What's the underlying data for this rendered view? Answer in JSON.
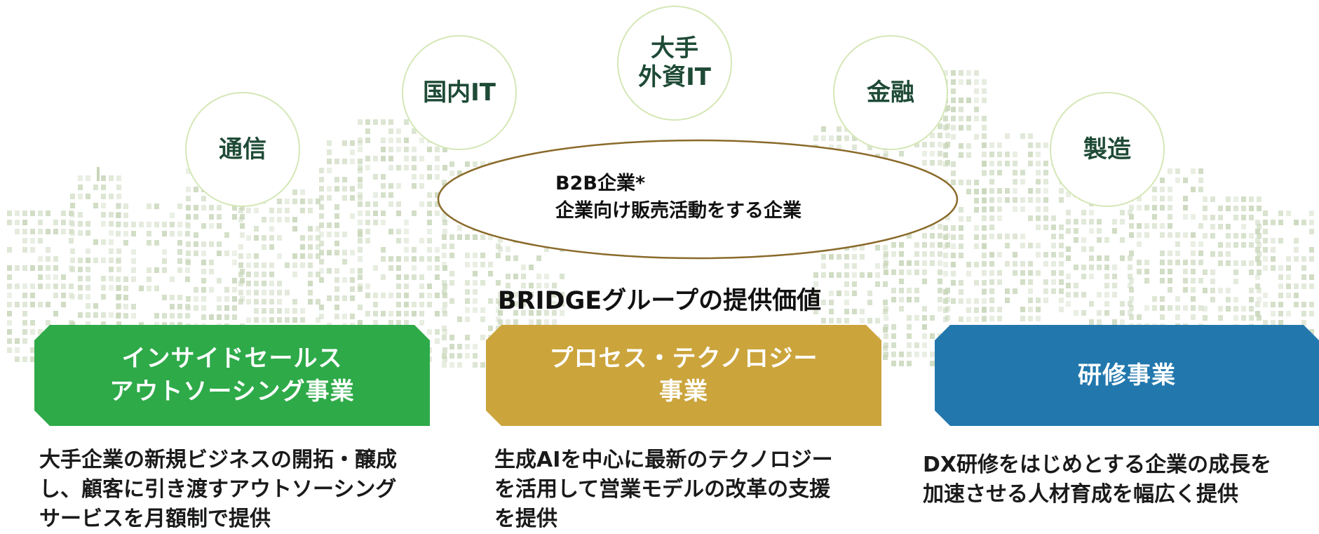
{
  "colors": {
    "bubble_border": "#d4e7b6",
    "bubble_text": "#1e4a36",
    "ellipse_border": "#8a6a2a",
    "insidesales": "#2eaa49",
    "process": "#cba43c",
    "training": "#2278ad",
    "skyline": "#c8d6b9"
  },
  "industries": [
    {
      "label": "通信"
    },
    {
      "label": "国内IT"
    },
    {
      "label": "大手\n外資IT"
    },
    {
      "label": "金融"
    },
    {
      "label": "製造"
    }
  ],
  "core": {
    "line1": "B2B企業*",
    "line2": "企業向け販売活動をする企業"
  },
  "group_title": "BRIDGEグループの提供価値",
  "services": [
    {
      "title": "インサイドセールス\nアウトソーシング事業",
      "desc_lines": [
        "大手企業の新規ビジネスの開拓・醸成",
        "し、顧客に引き渡すアウトソーシング",
        "サービスを月額制で提供"
      ]
    },
    {
      "title": "プロセス・テクノロジー\n事業",
      "desc_lines": [
        "生成AIを中心に最新のテクノロジー",
        "を活用して営業モデルの改革の支援",
        "を提供"
      ]
    },
    {
      "title": "研修事業",
      "desc_lines": [
        "DX研修をはじめとする企業の成長を",
        "加速させる人材育成を幅広く提供"
      ]
    }
  ]
}
